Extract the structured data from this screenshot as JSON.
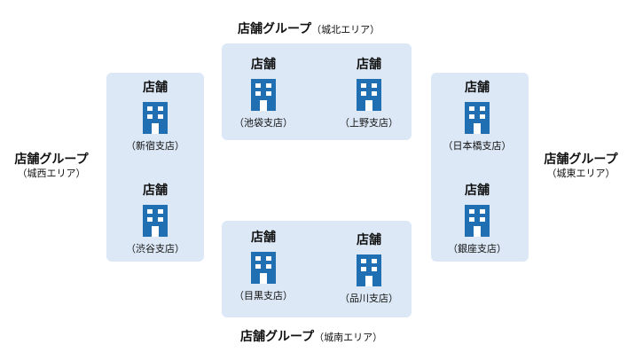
{
  "store_label": "店舗",
  "icon": "building-icon",
  "colors": {
    "panel": "#dce8f6",
    "icon": "#1f6fb2"
  },
  "groups": {
    "north": {
      "title": "店舗グループ",
      "area": "（城北エリア）",
      "stores": [
        "（池袋支店）",
        "（上野支店）"
      ]
    },
    "west": {
      "title": "店舗グループ",
      "area": "（城西エリア）",
      "stores": [
        "（新宿支店）",
        "（渋谷支店）"
      ]
    },
    "east": {
      "title": "店舗グループ",
      "area": "（城東エリア）",
      "stores": [
        "（日本橋支店）",
        "（銀座支店）"
      ]
    },
    "south": {
      "title": "店舗グループ",
      "area": "（城南エリア）",
      "stores": [
        "（目黒支店）",
        "（品川支店）"
      ]
    }
  }
}
